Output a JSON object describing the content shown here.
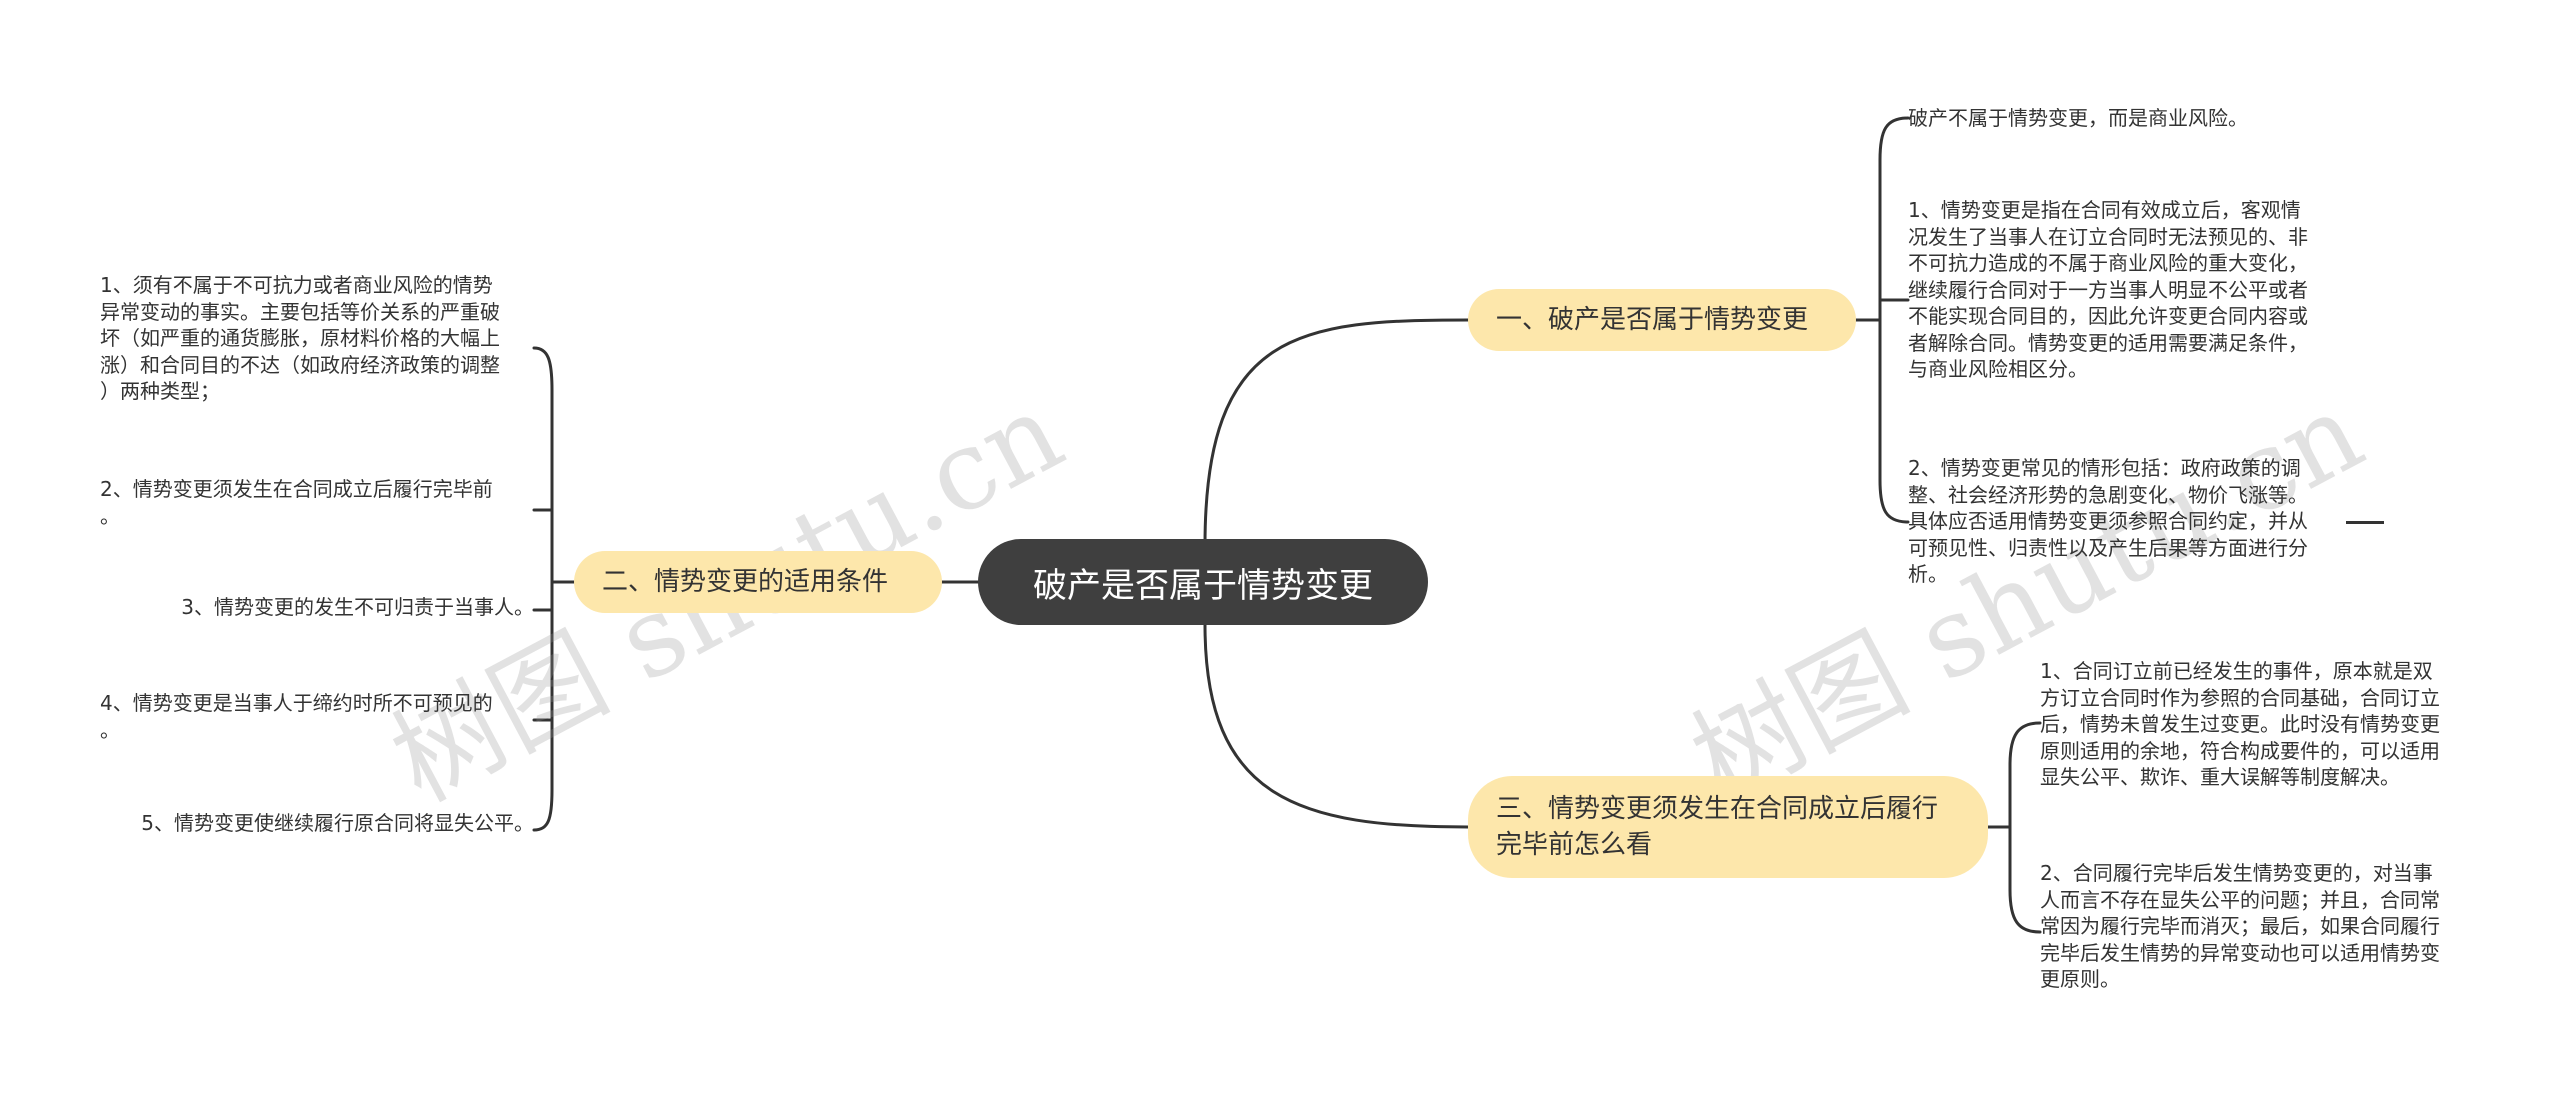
{
  "watermark": "树图 shutu.cn",
  "root": {
    "label": "破产是否属于情势变更"
  },
  "branches": [
    {
      "label": "一、破产是否属于情势变更",
      "leaves": [
        "破产不属于情势变更，而是商业风险。",
        "1、情势变更是指在合同有效成立后，客观情\n况发生了当事人在订立合同时无法预见的、非\n不可抗力造成的不属于商业风险的重大变化，\n继续履行合同对于一方当事人明显不公平或者\n不能实现合同目的，因此允许变更合同内容或\n者解除合同。情势变更的适用需要满足条件，\n与商业风险相区分。",
        "2、情势变更常见的情形包括：政府政策的调\n整、社会经济形势的急剧变化、物价飞涨等。\n具体应否适用情势变更须参照合同约定，并从\n可预见性、归责性以及产生后果等方面进行分\n析。"
      ]
    },
    {
      "label": "二、情势变更的适用条件",
      "leaves": [
        "1、须有不属于不可抗力或者商业风险的情势\n异常变动的事实。主要包括等价关系的严重破\n坏（如严重的通货膨胀，原材料价格的大幅上\n涨）和合同目的不达（如政府经济政策的调整\n）两种类型；",
        "2、情势变更须发生在合同成立后履行完毕前\n。",
        "3、情势变更的发生不可归责于当事人。",
        "4、情势变更是当事人于缔约时所不可预见的\n。",
        "5、情势变更使继续履行原合同将显失公平。"
      ]
    },
    {
      "label": "三、情势变更须发生在合同成立后履行完毕前怎么看",
      "leaves": [
        "1、合同订立前已经发生的事件，原本就是双\n方订立合同时作为参照的合同基础，合同订立\n后，情势未曾发生过变更。此时没有情势变更\n原则适用的余地，符合构成要件的，可以适用\n显失公平、欺诈、重大误解等制度解决。",
        "2、合同履行完毕后发生情势变更的，对当事\n人而言不存在显失公平的问题；并且，合同常\n常因为履行完毕而消灭；最后，如果合同履行\n完毕后发生情势的异常变动也可以适用情势变\n更原则。"
      ]
    }
  ]
}
